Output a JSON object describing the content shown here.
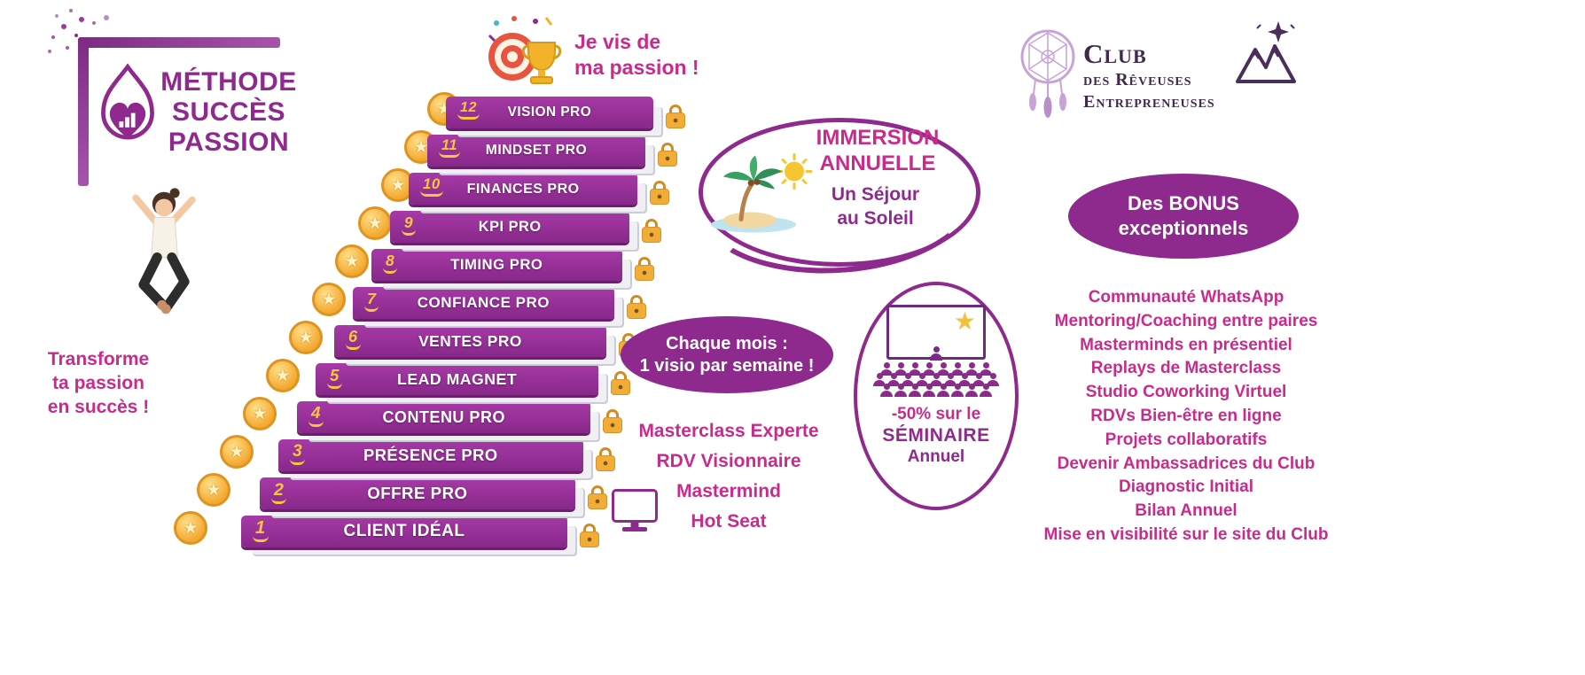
{
  "colors": {
    "pink": "#c92a8e",
    "purple": "#8e2a8e",
    "gold": "#f2b02e",
    "club_dark": "#3f2a4e"
  },
  "method": {
    "title_lines": [
      "MÉTHODE",
      "SUCCÈS",
      "PASSION"
    ],
    "tagline_lines": [
      "Transforme",
      "ta passion",
      "en succès !"
    ]
  },
  "staircase": {
    "caption_lines": [
      "Je vis de",
      "ma passion !"
    ],
    "steps": [
      {
        "num": "1",
        "label": "CLIENT IDÉAL"
      },
      {
        "num": "2",
        "label": "OFFRE PRO"
      },
      {
        "num": "3",
        "label": "PRÉSENCE PRO"
      },
      {
        "num": "4",
        "label": "CONTENU PRO"
      },
      {
        "num": "5",
        "label": "LEAD MAGNET"
      },
      {
        "num": "6",
        "label": "VENTES PRO"
      },
      {
        "num": "7",
        "label": "CONFIANCE PRO"
      },
      {
        "num": "8",
        "label": "TIMING PRO"
      },
      {
        "num": "9",
        "label": "KPI PRO"
      },
      {
        "num": "10",
        "label": "FINANCES PRO"
      },
      {
        "num": "11",
        "label": "MINDSET PRO"
      },
      {
        "num": "12",
        "label": "VISION PRO"
      }
    ]
  },
  "immersion": {
    "title_lines": [
      "IMMERSION",
      "ANNUELLE"
    ],
    "subtitle_lines": [
      "Un Séjour",
      "au Soleil"
    ]
  },
  "monthly": {
    "badge_lines": [
      "Chaque mois :",
      "1 visio par semaine !"
    ],
    "items": [
      "Masterclass Experte",
      "RDV Visionnaire",
      "Mastermind",
      "Hot Seat"
    ]
  },
  "seminar": {
    "discount": "-50% sur le",
    "name": "SÉMINAIRE",
    "period": "Annuel"
  },
  "club": {
    "name_lines": [
      "Club",
      "des Rêveuses",
      "Entrepreneuses"
    ]
  },
  "bonus": {
    "badge_lines": [
      "Des BONUS",
      "exceptionnels"
    ],
    "items": [
      "Communauté WhatsApp",
      "Mentoring/Coaching entre paires",
      "Masterminds en présentiel",
      "Replays de Masterclass",
      "Studio Coworking Virtuel",
      "RDVs Bien-être en ligne",
      "Projets collaboratifs",
      "Devenir Ambassadrices du Club",
      "Diagnostic Initial",
      "Bilan Annuel",
      "Mise en visibilité sur le site du Club"
    ]
  }
}
